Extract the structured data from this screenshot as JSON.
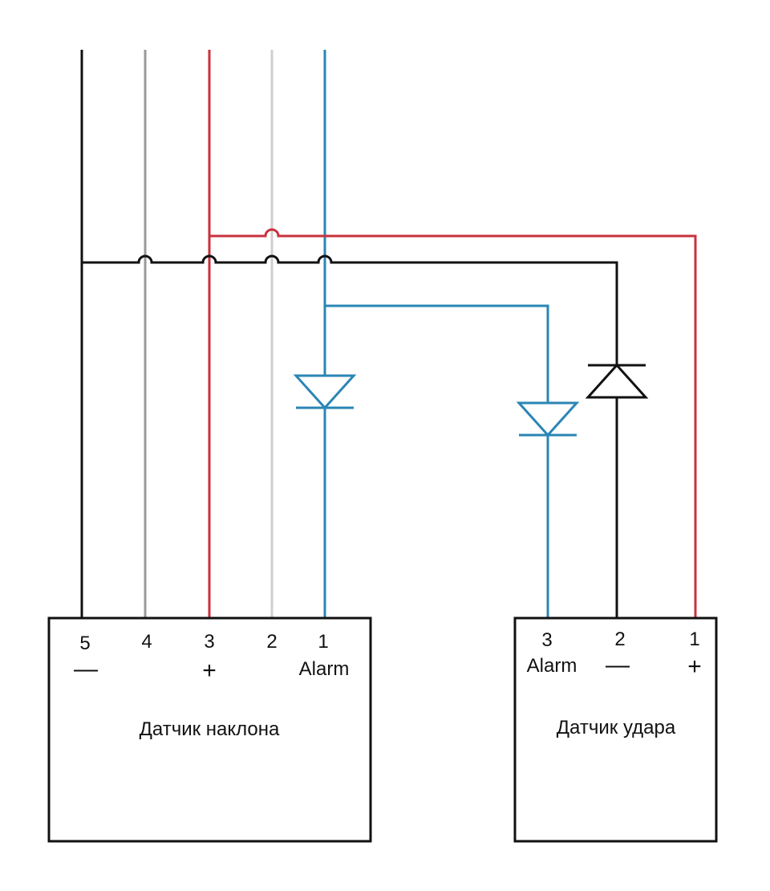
{
  "colors": {
    "black": "#111111",
    "dark_gray": "#9a9a9a",
    "light_gray": "#cfcfcf",
    "red": "#c8323c",
    "blue": "#2a86b4"
  },
  "tilt_sensor": {
    "title": "Датчик наклона",
    "pins": [
      {
        "number": "5",
        "sign": "—",
        "alarm": ""
      },
      {
        "number": "4",
        "sign": "",
        "alarm": ""
      },
      {
        "number": "3",
        "sign": "+",
        "alarm": ""
      },
      {
        "number": "2",
        "sign": "",
        "alarm": ""
      },
      {
        "number": "1",
        "sign": "",
        "alarm": "Alarm"
      }
    ]
  },
  "shock_sensor": {
    "title": "Датчик удара",
    "pins": [
      {
        "number": "3",
        "sign": "",
        "alarm": "Alarm"
      },
      {
        "number": "2",
        "sign": "—",
        "alarm": ""
      },
      {
        "number": "1",
        "sign": "+",
        "alarm": ""
      }
    ]
  }
}
